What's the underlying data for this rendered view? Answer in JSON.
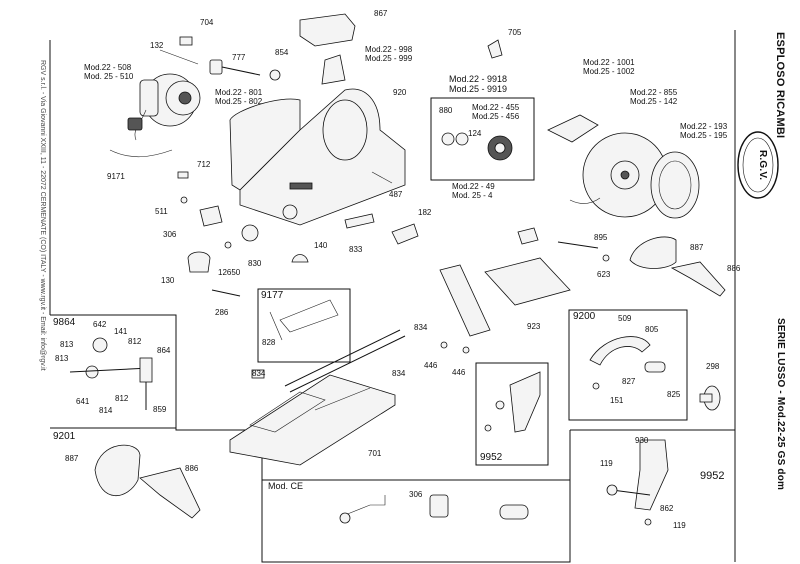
{
  "header": {
    "title_right": "ESPLOSO RICAMBI",
    "series_right": "SERIE LUSSO - Mod.22-25 GS dom",
    "address_left": "RGV s.r.l. - Via Giovanni XXIII, 11 - 22072 CERMENATE (CO) ITALY - www.rgv.it - Email: info@rgv.it",
    "logo_text": "R.G.V."
  },
  "labels": [
    {
      "id": "704",
      "text": "704"
    },
    {
      "id": "867",
      "text": "867"
    },
    {
      "id": "132",
      "text": "132"
    },
    {
      "id": "777",
      "text": "777"
    },
    {
      "id": "854",
      "text": "854"
    },
    {
      "id": "mod998",
      "text": "Mod.22 - 998"
    },
    {
      "id": "mod999",
      "text": "Mod.25 - 999"
    },
    {
      "id": "705",
      "text": "705"
    },
    {
      "id": "mod508",
      "text": "Mod.22 - 508"
    },
    {
      "id": "mod510",
      "text": "Mod. 25 - 510"
    },
    {
      "id": "mod801",
      "text": "Mod.22 - 801"
    },
    {
      "id": "mod802",
      "text": "Mod.25 - 802"
    },
    {
      "id": "920",
      "text": "920"
    },
    {
      "id": "mod9918",
      "text": "Mod.22 - 9918"
    },
    {
      "id": "mod9919",
      "text": "Mod.25 - 9919"
    },
    {
      "id": "mod1001",
      "text": "Mod.22 - 1001"
    },
    {
      "id": "mod1002",
      "text": "Mod.25 - 1002"
    },
    {
      "id": "mod855",
      "text": "Mod.22 - 855"
    },
    {
      "id": "mod142",
      "text": "Mod.25 - 142"
    },
    {
      "id": "mod193",
      "text": "Mod.22 - 193"
    },
    {
      "id": "mod195",
      "text": "Mod.25 - 195"
    },
    {
      "id": "880",
      "text": "880"
    },
    {
      "id": "mod455",
      "text": "Mod.22 - 455"
    },
    {
      "id": "mod456",
      "text": "Mod.25 - 456"
    },
    {
      "id": "124",
      "text": "124"
    },
    {
      "id": "mod49a",
      "text": "Mod.22 - 49"
    },
    {
      "id": "mod49b",
      "text": "Mod. 25 - 4"
    },
    {
      "id": "712",
      "text": "712"
    },
    {
      "id": "9171",
      "text": "9171"
    },
    {
      "id": "487",
      "text": "487"
    },
    {
      "id": "511",
      "text": "511"
    },
    {
      "id": "182",
      "text": "182"
    },
    {
      "id": "306a",
      "text": "306"
    },
    {
      "id": "140",
      "text": "140"
    },
    {
      "id": "833",
      "text": "833"
    },
    {
      "id": "895",
      "text": "895"
    },
    {
      "id": "887a",
      "text": "887"
    },
    {
      "id": "886a",
      "text": "886"
    },
    {
      "id": "623",
      "text": "623"
    },
    {
      "id": "130",
      "text": "130"
    },
    {
      "id": "12650",
      "text": "12650"
    },
    {
      "id": "830",
      "text": "830"
    },
    {
      "id": "286",
      "text": "286"
    },
    {
      "id": "9177",
      "text": "9177"
    },
    {
      "id": "828",
      "text": "828"
    },
    {
      "id": "834a",
      "text": "834"
    },
    {
      "id": "923",
      "text": "923"
    },
    {
      "id": "9200",
      "text": "9200"
    },
    {
      "id": "509",
      "text": "509"
    },
    {
      "id": "805",
      "text": "805"
    },
    {
      "id": "298",
      "text": "298"
    },
    {
      "id": "9864",
      "text": "9864"
    },
    {
      "id": "642",
      "text": "642"
    },
    {
      "id": "141",
      "text": "141"
    },
    {
      "id": "812a",
      "text": "812"
    },
    {
      "id": "813a",
      "text": "813"
    },
    {
      "id": "813b",
      "text": "813"
    },
    {
      "id": "864",
      "text": "864"
    },
    {
      "id": "446a",
      "text": "446"
    },
    {
      "id": "446b",
      "text": "446"
    },
    {
      "id": "827",
      "text": "827"
    },
    {
      "id": "825",
      "text": "825"
    },
    {
      "id": "151",
      "text": "151"
    },
    {
      "id": "834b",
      "text": "834"
    },
    {
      "id": "834c",
      "text": "834"
    },
    {
      "id": "641",
      "text": "641"
    },
    {
      "id": "814",
      "text": "814"
    },
    {
      "id": "812b",
      "text": "812"
    },
    {
      "id": "859",
      "text": "859"
    },
    {
      "id": "9952a",
      "text": "9952"
    },
    {
      "id": "9201",
      "text": "9201"
    },
    {
      "id": "930",
      "text": "930"
    },
    {
      "id": "887b",
      "text": "887"
    },
    {
      "id": "886b",
      "text": "886"
    },
    {
      "id": "701",
      "text": "701"
    },
    {
      "id": "119a",
      "text": "119"
    },
    {
      "id": "9952b",
      "text": "9952"
    },
    {
      "id": "modce",
      "text": "Mod. CE"
    },
    {
      "id": "306b",
      "text": "306"
    },
    {
      "id": "862",
      "text": "862"
    },
    {
      "id": "119b",
      "text": "119"
    }
  ]
}
